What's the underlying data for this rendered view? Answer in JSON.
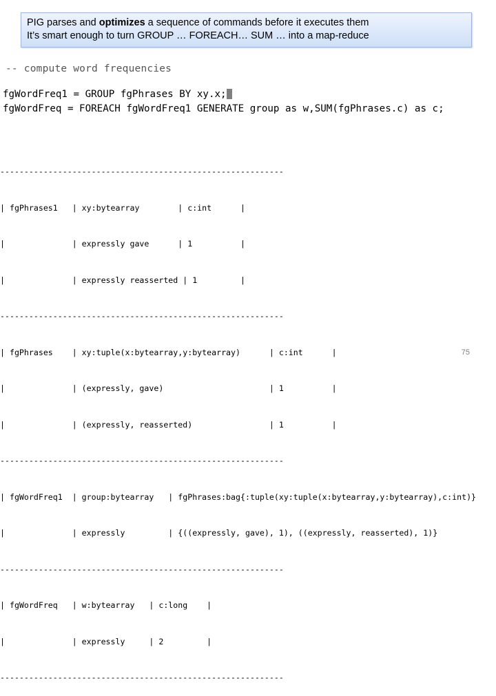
{
  "callout": {
    "line1_pre": "PIG parses and ",
    "line1_bold": "optimizes",
    "line1_post": " a sequence of commands before it executes them",
    "line2": "It’s smart enough to turn GROUP … FOREACH… SUM … into a map-reduce"
  },
  "code": {
    "comment": "-- compute word frequencies",
    "line1": "fgWordFreq1 = GROUP fgPhrases BY xy.x;",
    "line2": "fgWordFreq = FOREACH fgWordFreq1 GENERATE group as w,SUM(fgPhrases.c) as c;"
  },
  "dump": {
    "lines": [
      "-----------------------------------------------------------",
      "| fgPhrases1   | xy:bytearray        | c:int      |",
      "|              | expressly gave      | 1          |",
      "|              | expressly reasserted | 1         |",
      "-----------------------------------------------------------",
      "| fgPhrases    | xy:tuple(x:bytearray,y:bytearray)      | c:int      |",
      "|              | (expressly, gave)                      | 1          |",
      "|              | (expressly, reasserted)                | 1          |",
      "-----------------------------------------------------------",
      "| fgWordFreq1  | group:bytearray   | fgPhrases:bag{:tuple(xy:tuple(x:bytearray,y:bytearray),c:int)}",
      "|              | expressly         | {((expressly, gave), 1), ((expressly, reasserted), 1)}",
      "-----------------------------------------------------------",
      "| fgWordFreq   | w:bytearray   | c:long    |",
      "|              | expressly     | 2         |",
      "-----------------------------------------------------------"
    ]
  },
  "page_number": "75"
}
